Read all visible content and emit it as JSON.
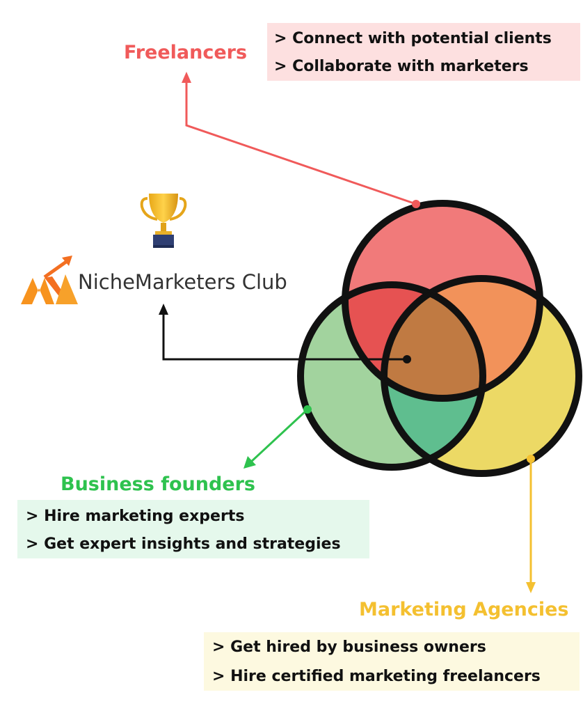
{
  "colors": {
    "freelancers": "#f05a5a",
    "business": "#2ec24e",
    "agencies": "#f4c030",
    "outline": "#111111",
    "red_fill": "#f17a7a",
    "green_fill": "#a2d39e",
    "yellow_fill": "#ecd965",
    "red_green_overlap": "#e65252",
    "red_yellow_overlap": "#f2925a",
    "green_yellow_overlap": "#5fbe8f",
    "center_overlap": "#c07a42"
  },
  "brand": {
    "name": "NicheMarketers Club",
    "trophy_icon": "trophy-icon",
    "logo_icon": "rising-arrow-logo-icon"
  },
  "freelancers": {
    "title": "Freelancers",
    "bullets": [
      "> Connect with potential clients",
      "> Collaborate with marketers"
    ]
  },
  "business": {
    "title": "Business founders",
    "bullets": [
      "> Hire marketing experts",
      "> Get expert insights and strategies"
    ]
  },
  "agencies": {
    "title": "Marketing Agencies",
    "bullets": [
      "> Get hired by business owners",
      "> Hire certified marketing freelancers"
    ]
  }
}
